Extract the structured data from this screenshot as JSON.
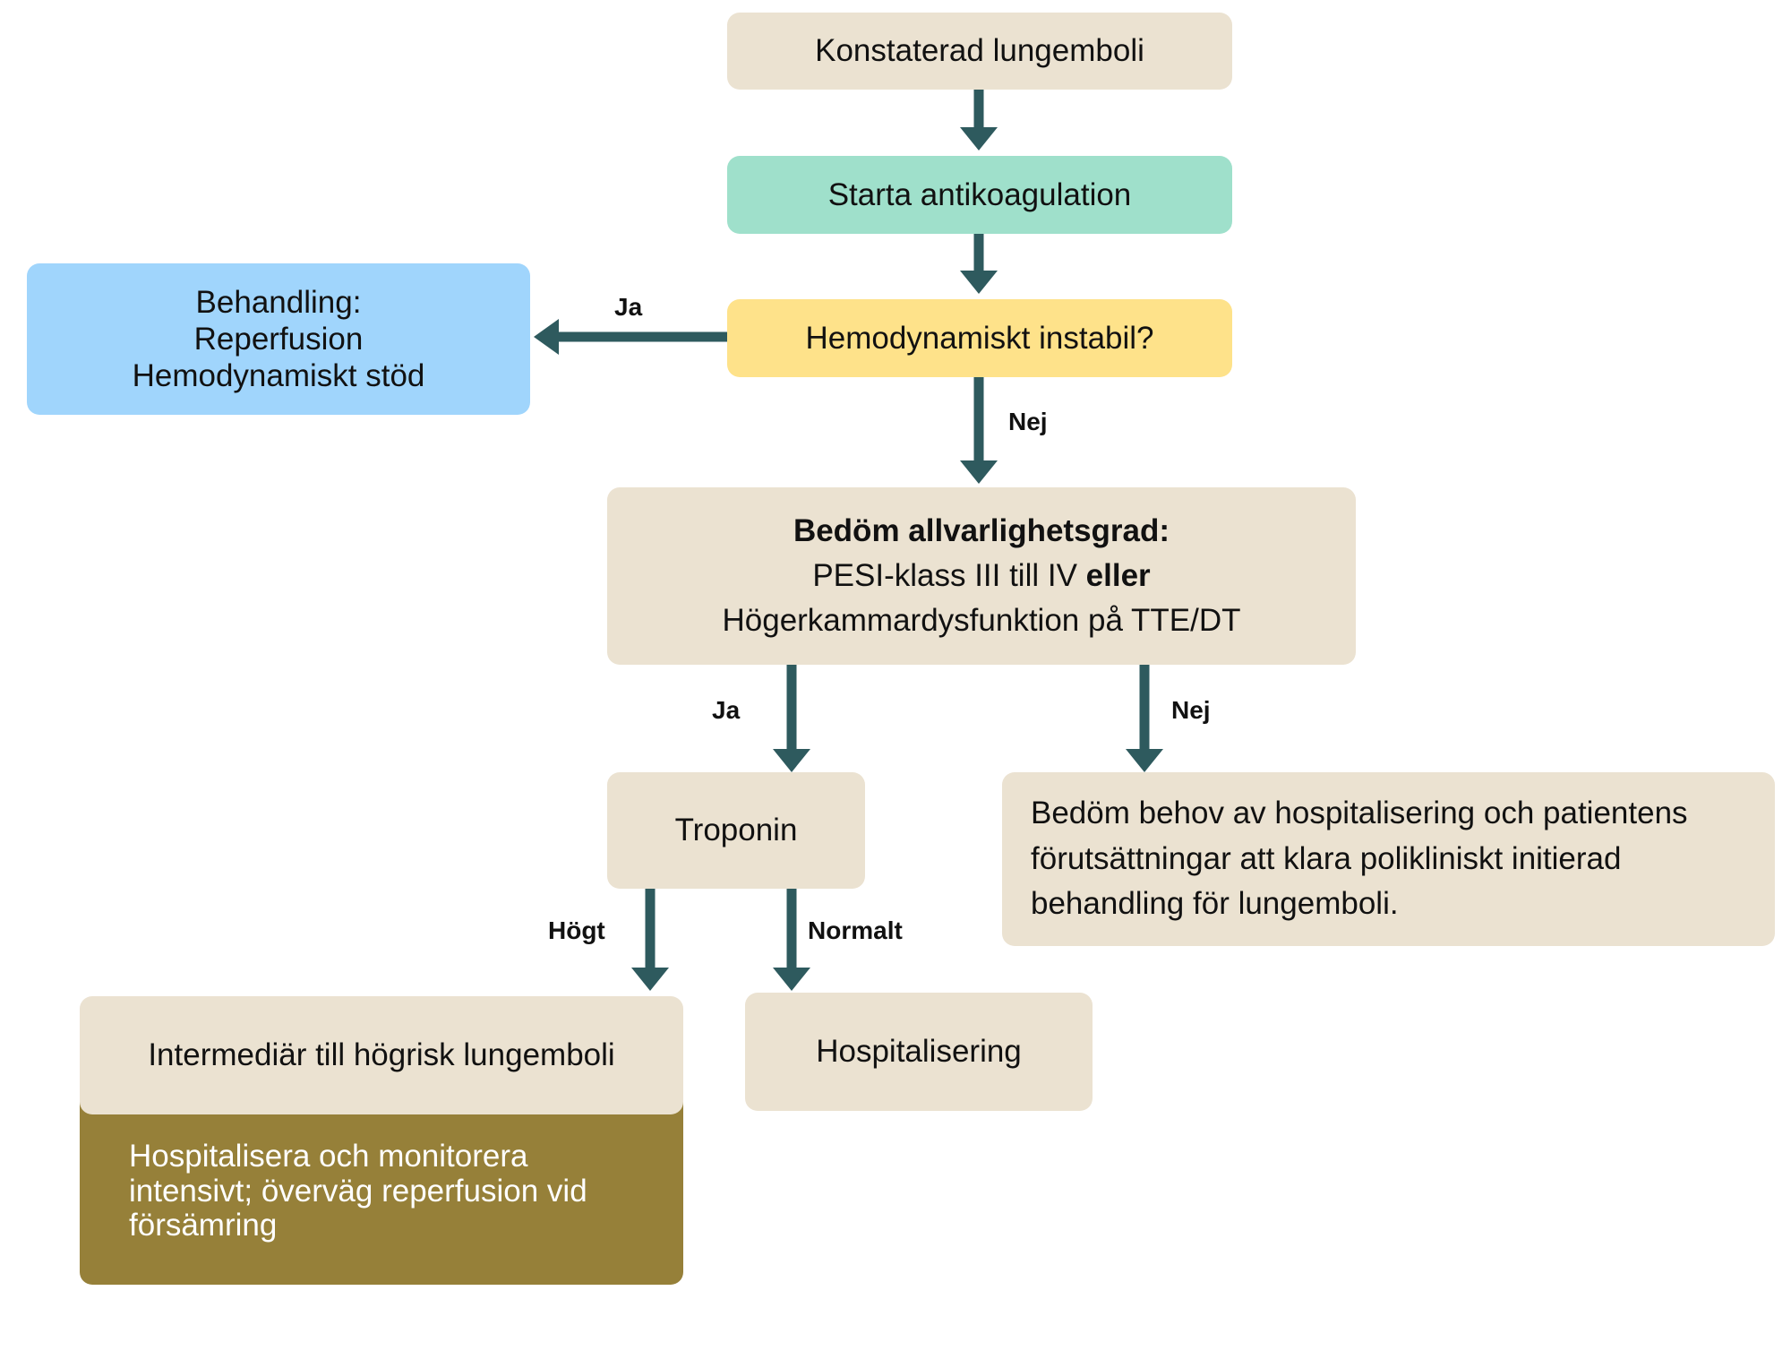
{
  "nodes": {
    "confirmed": "Konstaterad lungemboli",
    "anticoag": "Starta antikoagulation",
    "unstable": "Hemodynamiskt instabil?",
    "treatment": {
      "line1": "Behandling:",
      "line2": "Reperfusion",
      "line3": "Hemodynamiskt stöd"
    },
    "severity": {
      "title": "Bedöm allvarlighetsgrad:",
      "line2_prefix": "PESI-klass III till IV ",
      "line2_bold": "eller",
      "line3": "Högerkammardysfunktion på TTE/DT"
    },
    "troponin": "Troponin",
    "outpatient": "Bedöm behov av hospitalisering och patientens förutsättningar att klara polikliniskt initierad behandling för lungemboli.",
    "intermediate": {
      "title": "Intermediär till högrisk lungemboli",
      "detail": "Hospitalisera och monitorera intensivt; överväg reperfusion vid försämring"
    },
    "hospitalization": "Hospitalisering"
  },
  "edge_labels": {
    "unstable_yes": "Ja",
    "unstable_no": "Nej",
    "severity_yes": "Ja",
    "severity_no": "Nej",
    "troponin_high": "Högt",
    "troponin_normal": "Normalt"
  },
  "colors": {
    "arrow": "#2e5a5e",
    "beige": "#ebe2d1",
    "green": "#9fe0cb",
    "yellow": "#fee28a",
    "blue": "#a0d5fc",
    "olive": "#968039"
  }
}
